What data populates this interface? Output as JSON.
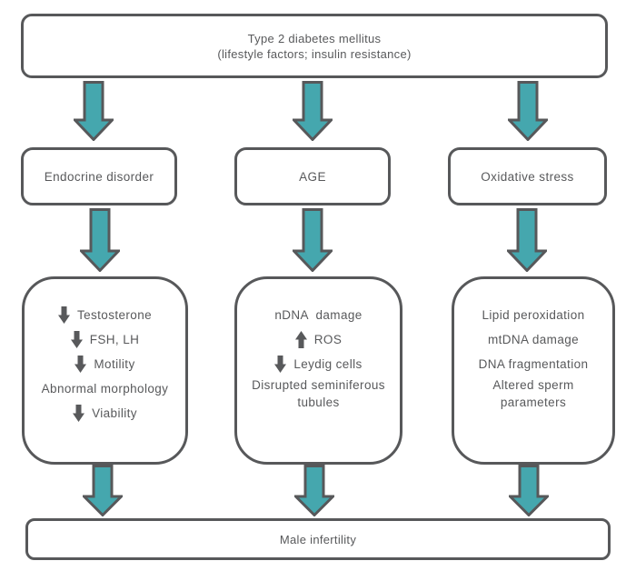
{
  "diagram_title": "Type 2 diabetes mellitus and male infertility flowchart",
  "colors": {
    "arrow_fill": "#45a7ae",
    "outline": "#57585a",
    "text": "#58595b",
    "background": "#ffffff"
  },
  "top_box": {
    "line1": "Type 2 diabetes mellitus",
    "line2": "(lifestyle factors; insulin resistance)"
  },
  "mid_boxes": [
    {
      "label": "Endocrine disorder"
    },
    {
      "label": "AGE"
    },
    {
      "label": "Oxidative stress"
    }
  ],
  "detail_boxes": [
    {
      "column": "endocrine-disorder",
      "items": [
        {
          "icon": "down-arrow",
          "text": "Testosterone"
        },
        {
          "icon": "down-arrow",
          "text": "FSH, LH"
        },
        {
          "icon": "down-arrow",
          "text": "Motility"
        },
        {
          "icon": null,
          "text": "Abnormal morphology"
        },
        {
          "icon": "down-arrow",
          "text": "Viability"
        }
      ]
    },
    {
      "column": "age",
      "items": [
        {
          "icon": null,
          "text": "nDNA  damage"
        },
        {
          "icon": "up-arrow",
          "text": "ROS"
        },
        {
          "icon": "down-arrow",
          "text": "Leydig cells"
        },
        {
          "icon": null,
          "text": "Disrupted seminiferous tubules"
        }
      ]
    },
    {
      "column": "oxidative-stress",
      "items": [
        {
          "icon": null,
          "text": "Lipid peroxidation"
        },
        {
          "icon": null,
          "text": "mtDNA damage"
        },
        {
          "icon": null,
          "text": "DNA fragmentation"
        },
        {
          "icon": null,
          "text": "Altered sperm parameters"
        }
      ]
    }
  ],
  "bottom_box": {
    "label": "Male infertility"
  }
}
